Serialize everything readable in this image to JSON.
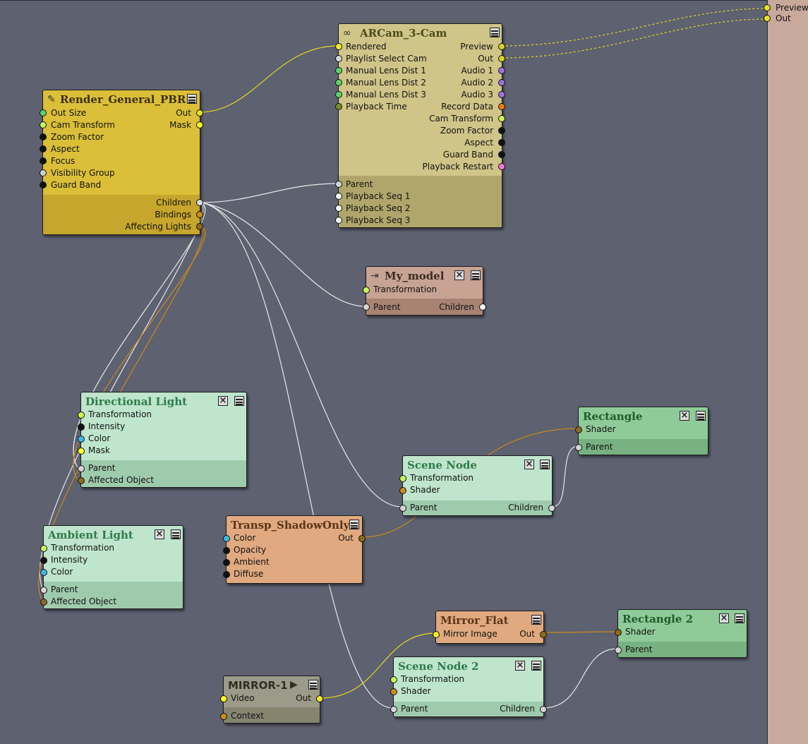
{
  "colors": {
    "canvas": "#5d6170",
    "wire_white": "#e8e8e8",
    "wire_yellow": "#e5d81f",
    "wire_orange": "#c88a1e"
  },
  "right_panel": {
    "outputs": [
      "Preview",
      "Out"
    ]
  },
  "nodes": {
    "render_general_pbr": {
      "title": "Render_General_PBR",
      "icon": "edit-icon",
      "inputs": [
        "Out Size",
        "Cam Transform",
        "Zoom Factor",
        "Aspect",
        "Focus",
        "Visibility Group",
        "Guard Band"
      ],
      "outputs": [
        "Out",
        "Mask"
      ],
      "lower_outputs": [
        "Children",
        "Bindings",
        "Affecting Lights"
      ]
    },
    "arcam": {
      "title": "ARCam_3-Cam",
      "icon": "link-icon",
      "inputs": [
        "Rendered",
        "Playlist Select Cam",
        "Manual Lens Dist 1",
        "Manual Lens Dist 2",
        "Manual Lens Dist 3",
        "Playback Time"
      ],
      "outputs": [
        "Preview",
        "Out",
        "Audio 1",
        "Audio 2",
        "Audio 3",
        "Record Data",
        "Cam Transform",
        "Zoom Factor",
        "Aspect",
        "Guard Band",
        "Playback Restart"
      ],
      "lower_inputs": [
        "Parent",
        "Playback Seq 1",
        "Playback Seq 2",
        "Playback Seq 3"
      ]
    },
    "my_model": {
      "title": "My_model",
      "icon": "import-icon",
      "inputs": [
        "Transformation"
      ],
      "parent": "Parent",
      "children": "Children"
    },
    "directional_light": {
      "title": "Directional Light",
      "inputs": [
        "Transformation",
        "Intensity",
        "Color",
        "Mask"
      ],
      "lower_inputs": [
        "Parent",
        "Affected Object"
      ]
    },
    "ambient_light": {
      "title": "Ambient Light",
      "inputs": [
        "Transformation",
        "Intensity",
        "Color"
      ],
      "lower_inputs": [
        "Parent",
        "Affected Object"
      ]
    },
    "transp_shadowonly": {
      "title": "Transp_ShadowOnly",
      "inputs": [
        "Color",
        "Opacity",
        "Ambient",
        "Diffuse"
      ],
      "out": "Out"
    },
    "scene_node": {
      "title": "Scene Node",
      "inputs": [
        "Transformation",
        "Shader"
      ],
      "parent": "Parent",
      "children": "Children"
    },
    "rectangle": {
      "title": "Rectangle",
      "inputs": [
        "Shader"
      ],
      "parent": "Parent"
    },
    "mirror_flat": {
      "title": "Mirror_Flat",
      "input": "Mirror Image",
      "out": "Out"
    },
    "rectangle2": {
      "title": "Rectangle 2",
      "inputs": [
        "Shader"
      ],
      "parent": "Parent"
    },
    "scene_node2": {
      "title": "Scene Node 2",
      "inputs": [
        "Transformation",
        "Shader"
      ],
      "parent": "Parent",
      "children": "Children"
    },
    "mirror1": {
      "title": "MIRROR-1",
      "icon": "play-icon",
      "inputs": [
        "Video",
        "Context"
      ],
      "out": "Out"
    }
  }
}
